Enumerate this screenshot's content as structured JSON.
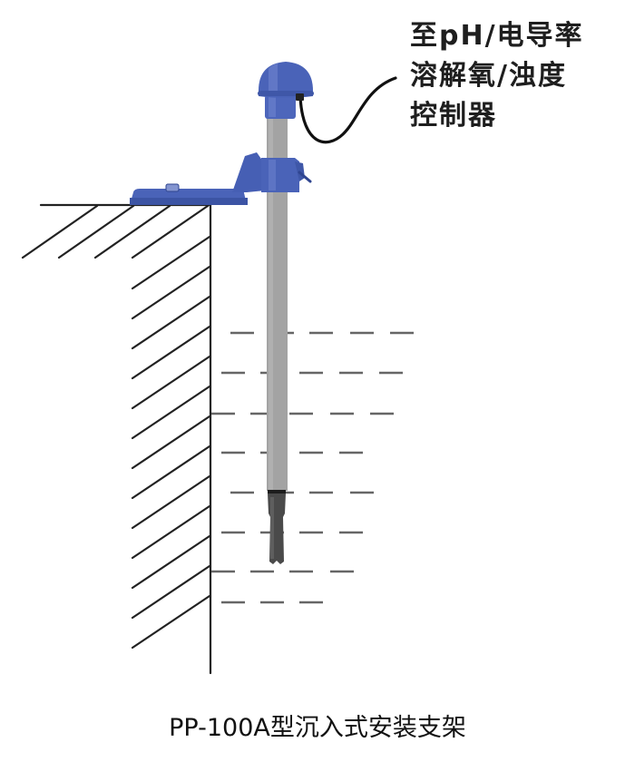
{
  "callout": {
    "lines": [
      "至pH/电导率",
      "溶解氧/浊度",
      "控制器"
    ]
  },
  "caption": "PP-100A型沉入式安装支架",
  "colors": {
    "bracket_blue": "#4a63b8",
    "bracket_dark": "#2f4590",
    "pipe_gray": "#a3a3a3",
    "probe_dark": "#4a4a4a",
    "cable": "#111111",
    "line": "#222222",
    "water_dash": "#666666"
  },
  "diagram": {
    "components": [
      "controller-cable",
      "sensor-head-cap",
      "mounting-bracket",
      "support-pipe",
      "sensor-probe",
      "ground-wall-hatching",
      "water-level-dashes"
    ]
  }
}
